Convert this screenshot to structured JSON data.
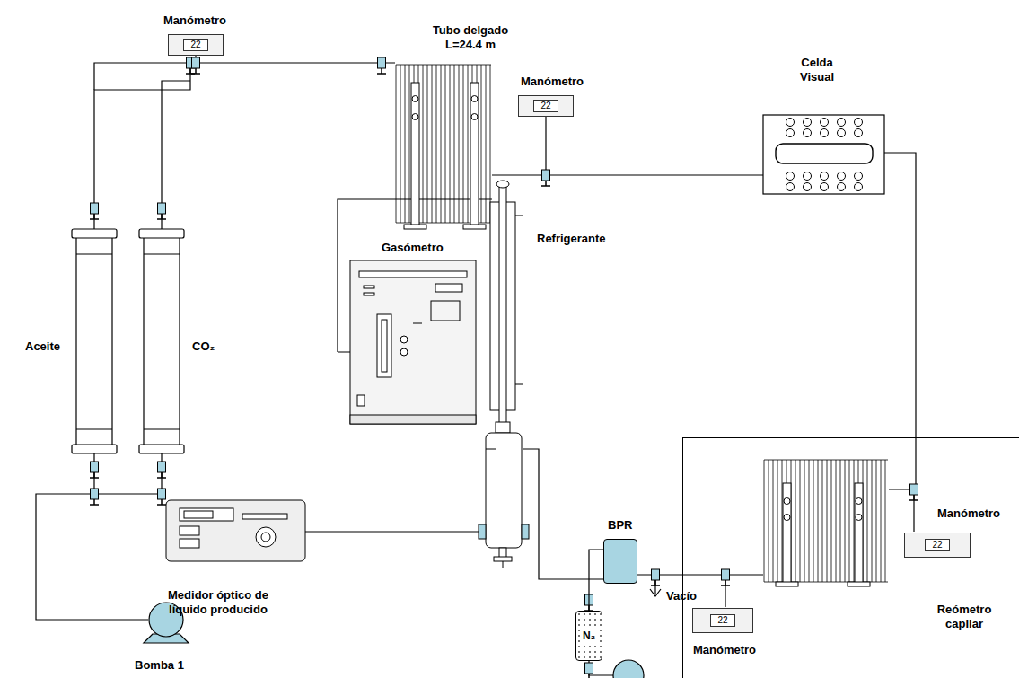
{
  "diagram": {
    "nodes": [
      {
        "text": [
          "Manómetro",
          "22"
        ]
      },
      {
        "text": [
          "Manómetro",
          "22"
        ]
      },
      {
        "text": [
          "Reómetro capilar"
        ]
      },
      {
        "text": [
          "Manómetro",
          "22"
        ],
        "in": 2
      },
      {
        "text": [
          "22",
          "Manómetro"
        ],
        "in": 2
      },
      {
        "text": [
          "N₂"
        ]
      },
      {
        "text": [
          "BPR"
        ]
      }
    ],
    "edges": [
      {
        "from": 5,
        "to": 6,
        "arrow": "none"
      }
    ],
    "labels": [
      "Tubo delgado L=24.4 m",
      "Celda Visual",
      "Gasómetro",
      "Refrigerante",
      "Aceite",
      "CO₂",
      "Vacío",
      "Bomba 1",
      "Medidor óptico de líquido producido"
    ]
  }
}
